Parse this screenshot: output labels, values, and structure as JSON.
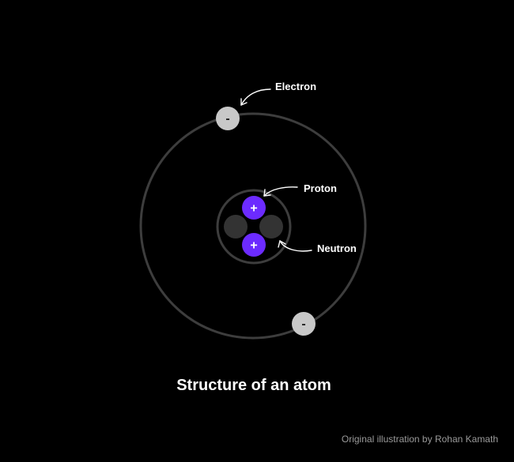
{
  "title": "Structure of an atom",
  "credit": "Original illustration by Rohan Kamath",
  "labels": {
    "electron": "Electron",
    "proton": "Proton",
    "neutron": "Neutron"
  },
  "particles": {
    "electron_symbol": "-",
    "proton_symbol": "+",
    "electron_count": 2,
    "proton_count": 2,
    "neutron_count": 2
  },
  "colors": {
    "background": "#000000",
    "orbit": "#3d3d3d",
    "electron": "#c8c8c8",
    "electron_symbol": "#1e1e1e",
    "proton": "#6c2bff",
    "proton_symbol": "#ffffff",
    "neutron": "#333333",
    "label": "#ffffff",
    "credit": "#9a9a9a",
    "arrow": "#ffffff"
  }
}
